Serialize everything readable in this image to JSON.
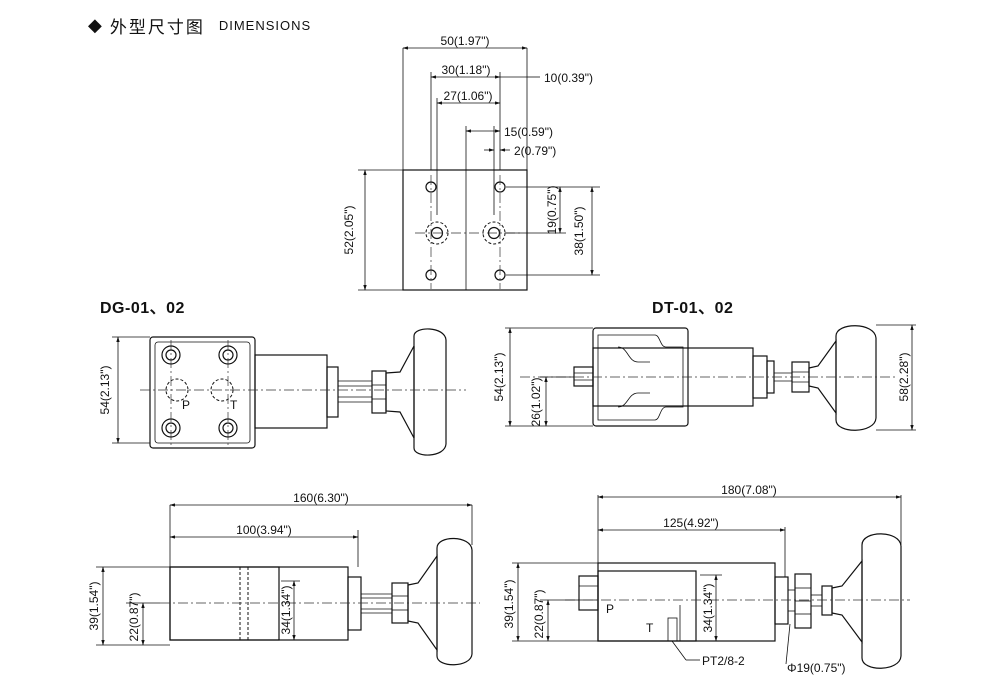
{
  "header": {
    "marker": "◆",
    "title_cn": "外型尺寸图",
    "title_en": "DIMENSIONS"
  },
  "models": {
    "dg": "DG-01、02",
    "dt": "DT-01、02"
  },
  "ports": {
    "p": "P",
    "t": "T"
  },
  "top_view": {
    "width": "50(1.97\")",
    "offset_30": "30(1.18\")",
    "offset_10": "10(0.39\")",
    "offset_27": "27(1.06\")",
    "offset_15": "15(0.59\")",
    "offset_2": "2(0.79\")",
    "height": "52(2.05\")",
    "port_pitch": "19(0.75\")",
    "bolt_pitch": "38(1.50\")"
  },
  "dg_plan": {
    "height": "54(2.13\")"
  },
  "dt_plan": {
    "body_height": "54(2.13\")",
    "center_height": "26(1.02\")",
    "knob_height": "58(2.28\")"
  },
  "dg_side": {
    "overall_length": "160(6.30\")",
    "body_length": "100(3.94\")",
    "total_height": "39(1.54\")",
    "port_height": "22(0.87\")",
    "body_height": "34(1.34\")"
  },
  "dt_side": {
    "overall_length": "180(7.08\")",
    "body_length": "125(4.92\")",
    "total_height": "39(1.54\")",
    "port_height": "22(0.87\")",
    "body_height": "34(1.34\")",
    "thread": "PT2/8-2",
    "shaft_dia": "Φ19(0.75\")"
  }
}
